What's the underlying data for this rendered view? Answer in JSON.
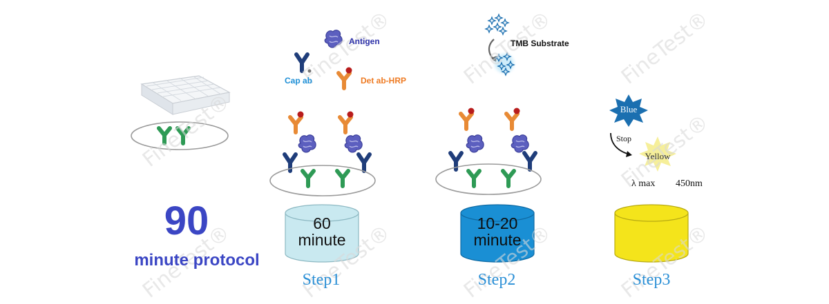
{
  "protocol": {
    "number": "90",
    "text": "minute protocol"
  },
  "labels": {
    "cap_ab": "Cap ab",
    "antigen": "Antigen",
    "det_ab_hrp": "Det ab-HRP",
    "tmb_substrate": "TMB Substrate"
  },
  "steps": [
    {
      "label": "Step1",
      "time": "60 minute",
      "time_line1": "60",
      "time_line2": "minute",
      "cylinder_color": "#c9e9f0"
    },
    {
      "label": "Step2",
      "time": "10-20 minute",
      "time_line1": "10-20",
      "time_line2": "minute",
      "cylinder_color": "#1a8fd4"
    },
    {
      "label": "Step3",
      "cylinder_color": "#f4e41b"
    }
  ],
  "colors_legend": {
    "blue": "Blue",
    "stop": "Stop",
    "yellow": "Yellow",
    "lambda": "λ max",
    "wavelength": "450nm"
  },
  "watermark": "FineTest®",
  "colors": {
    "protocol_text": "#3b46c4",
    "step_text": "#2a8fd6",
    "capture_antibody": "#1f3d7a",
    "coated_antibody": "#2e9a55",
    "detection_antibody": "#e88a35",
    "hrp": "#b81c1c",
    "antigen": "#5c5fbf",
    "cap_label": "#1e8fd6",
    "det_label": "#ee7a22",
    "blue_star": "#1b6fb0",
    "yellow_star": "#f6ef9a"
  }
}
